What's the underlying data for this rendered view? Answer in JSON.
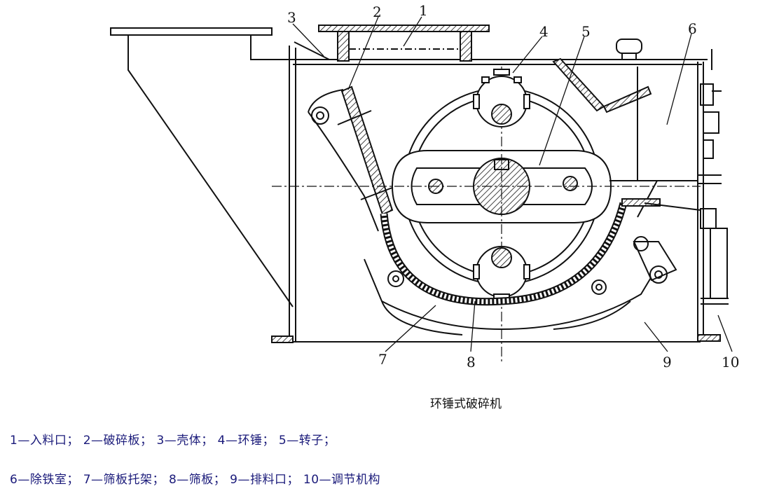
{
  "callouts": [
    "1",
    "2",
    "3",
    "4",
    "5",
    "6",
    "7",
    "8",
    "9",
    "10"
  ],
  "caption": "环锤式破碎机",
  "legend": {
    "line1": "1—入料口； 2—破碎板； 3—壳体； 4—环锤； 5—转子；",
    "line2": "6—除铁室； 7—筛板托架； 8—筛板； 9—排料口； 10—调节机构"
  },
  "colors": {
    "line": "#111111",
    "legend_text": "#1a1a7a"
  }
}
